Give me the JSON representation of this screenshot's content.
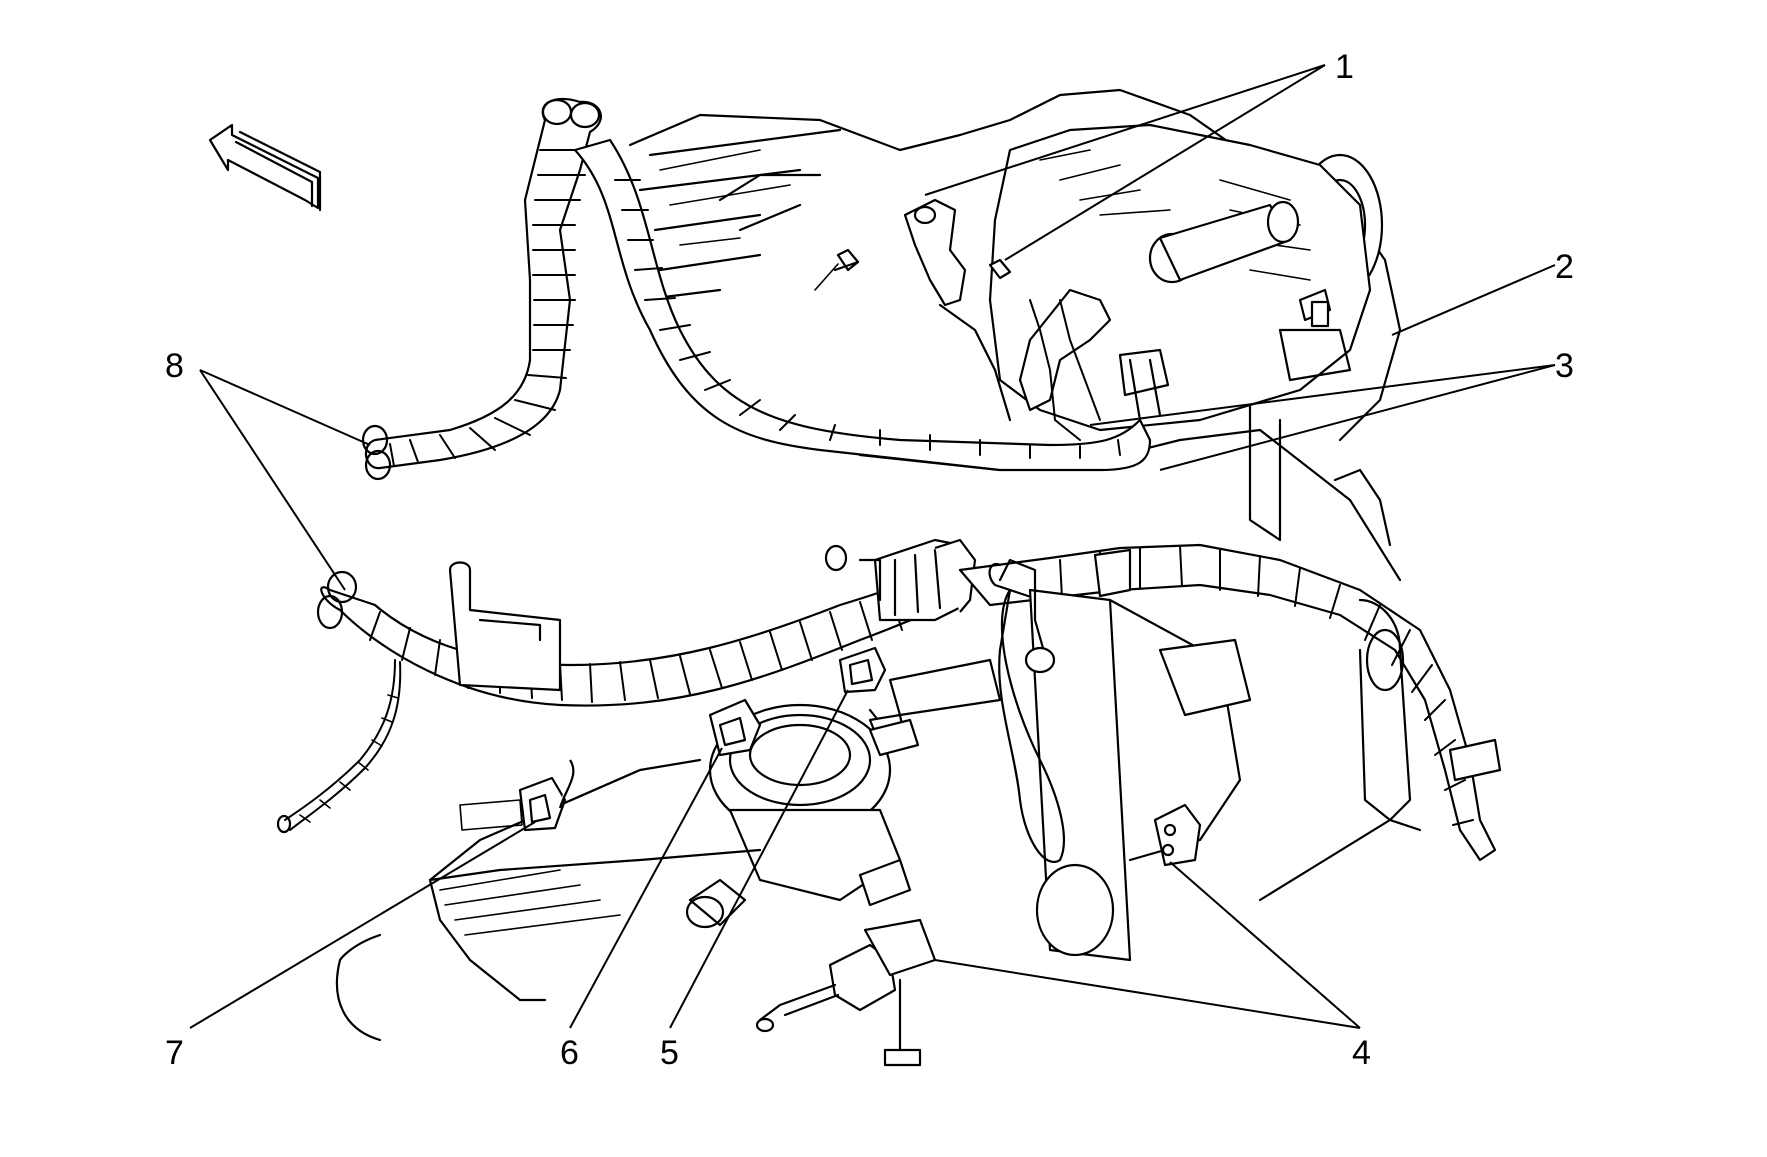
{
  "diagram": {
    "callouts": [
      {
        "id": "c1",
        "label": "1"
      },
      {
        "id": "c2",
        "label": "2"
      },
      {
        "id": "c3",
        "label": "3"
      },
      {
        "id": "c4",
        "label": "4"
      },
      {
        "id": "c5",
        "label": "5"
      },
      {
        "id": "c6",
        "label": "6"
      },
      {
        "id": "c7",
        "label": "7"
      },
      {
        "id": "c8",
        "label": "8"
      }
    ],
    "orientation_icon": "direction-arrow-icon",
    "line_color": "#000000",
    "background_color": "#ffffff"
  }
}
